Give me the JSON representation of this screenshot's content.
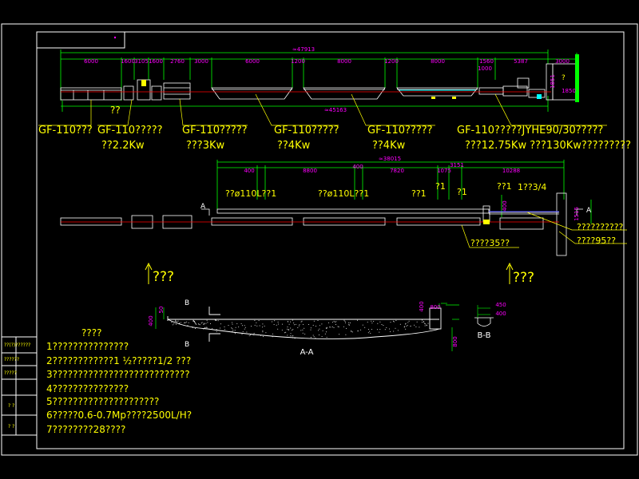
{
  "colors": {
    "background": "#000000",
    "frame": "#ffffff",
    "dimension": "#00ff00",
    "equipment": "#ffffff",
    "text_main": "#ffff00",
    "dim_text": "#ff00ff",
    "centerline": "#ff0000",
    "blue": "#4040ff",
    "cyan": "#00ffff"
  },
  "top_view": {
    "overall_dim": "≈47913",
    "dims": [
      "6000",
      "1600",
      "3105",
      "1600",
      "2760",
      "3000",
      "6000",
      "1200",
      "8000",
      "1200",
      "8000",
      "1560",
      "5387",
      "3000"
    ],
    "sub_dims": [
      "1000"
    ],
    "bottom_dim": "≈45163",
    "right_dims": [
      "1851",
      "1850"
    ],
    "misc_marks": [
      "??",
      "?"
    ]
  },
  "labels": [
    {
      "line1": "GF-110???",
      "line2": ""
    },
    {
      "line1": "GF-110?????",
      "line2": "??2.2Kw"
    },
    {
      "line1": "GF-110?????",
      "line2": "???3Kw"
    },
    {
      "line1": "GF-110?????",
      "line2": "??4Kw"
    },
    {
      "line1": "GF-110?????",
      "line2": "??4Kw"
    },
    {
      "line1": "GF-110?????JYHE90/30?????",
      "line2": "???12.75Kw  ???130Kw?????????"
    }
  ],
  "plan_view": {
    "overall_dim": "≈38015",
    "dims": [
      "400",
      "8800",
      "400",
      "7820",
      "1075",
      "3151",
      "10288"
    ],
    "notes": [
      "??ø110L??1",
      "??ø110L??1",
      "??1",
      "?1",
      "?1",
      "??1",
      "1??3/4"
    ],
    "side_dims": [
      "400",
      "1515"
    ],
    "section_mark": "A",
    "callout_top": "??????????",
    "callout_right": "????95??",
    "callout_bottom": "????35??"
  },
  "arrows": [
    {
      "label": "???"
    },
    {
      "label": "???"
    }
  ],
  "section_aa": {
    "title": "A-A",
    "b_mark": "B",
    "left_dims": [
      "400",
      "50"
    ],
    "right_dims": [
      "400",
      "800"
    ],
    "bottom_dim": "800"
  },
  "section_bb": {
    "title": "B-B",
    "dims": [
      "450",
      "400"
    ]
  },
  "notes": {
    "title": "????",
    "items": [
      "1???????????????",
      "2????????????1  ½?????1/2  ???",
      "3???????????????????????????",
      "4???????????????",
      "5?????????????????????",
      "6?????0.6-0.7Mp????2500L/H?",
      "7????????28????"
    ]
  },
  "title_block": [
    "??(?)??????",
    "??????",
    "?????",
    "? ?",
    "? ?"
  ]
}
